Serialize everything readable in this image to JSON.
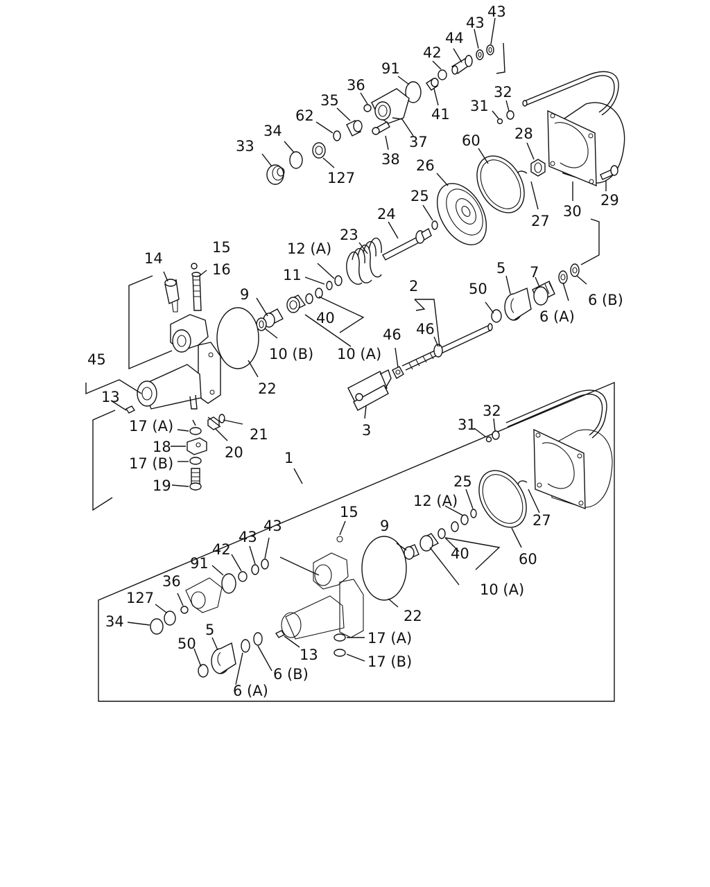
{
  "callouts": {
    "c43a": "43",
    "c43b": "43",
    "c44": "44",
    "c42": "42",
    "c91": "91",
    "c36": "36",
    "c35": "35",
    "c62": "62",
    "c41": "41",
    "c37": "37",
    "c38": "38",
    "c34": "34",
    "c33": "33",
    "c127": "127",
    "c31": "31",
    "c32": "32",
    "c60": "60",
    "c28": "28",
    "c26": "26",
    "c25": "25",
    "c24": "24",
    "c23": "23",
    "c27": "27",
    "c30": "30",
    "c29": "29",
    "c15": "15",
    "c14": "14",
    "c16": "16",
    "c12a": "12 (A)",
    "c11": "11",
    "c9": "9",
    "c40": "40",
    "c10b": "10 (B)",
    "c10a": "10 (A)",
    "c2": "2",
    "c50": "50",
    "c5": "5",
    "c7": "7",
    "c6a": "6 (A)",
    "c6b": "6 (B)",
    "c46a": "46",
    "c46b": "46",
    "c45": "45",
    "c13": "13",
    "c22": "22",
    "c3": "3",
    "c17a": "17 (A)",
    "c18": "18",
    "c17b": "17 (B)",
    "c19": "19",
    "c20": "20",
    "c21": "21",
    "c1": "1"
  },
  "kit": {
    "c31": "31",
    "c32": "32",
    "c25": "25",
    "c12a": "12 (A)",
    "c27": "27",
    "c15": "15",
    "c9": "9",
    "c40": "40",
    "c60": "60",
    "c10a": "10 (A)",
    "c43a": "43",
    "c43b": "43",
    "c42": "42",
    "c91": "91",
    "c36": "36",
    "c127": "127",
    "c34": "34",
    "c22": "22",
    "c17a": "17 (A)",
    "c17b": "17 (B)",
    "c13": "13",
    "c5": "5",
    "c50": "50",
    "c6a": "6 (A)",
    "c6b": "6 (B)"
  }
}
